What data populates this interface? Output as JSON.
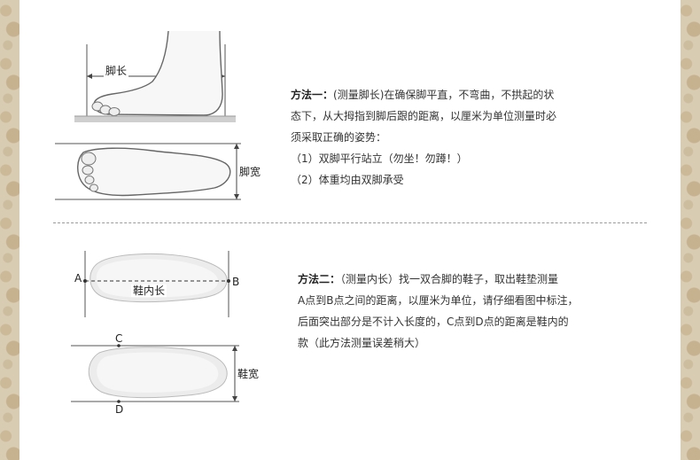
{
  "section1": {
    "label_length": "脚长",
    "label_width": "脚宽",
    "heading": "方法一：",
    "lines": [
      "(测量脚长)在确保脚平直，不弯曲，不拱起的状",
      "态下，从大拇指到脚后跟的距离，以厘米为单位测量时必",
      "须采取正确的姿势：",
      "（1）双脚平行站立（勿坐！勿蹲！）",
      "（2）体重均由双脚承受"
    ]
  },
  "section2": {
    "label_length": "鞋内长",
    "label_width": "鞋宽",
    "point_a": "A",
    "point_b": "B",
    "point_c": "C",
    "point_d": "D",
    "heading": "方法二：",
    "lines": [
      "（测量内长）找一双合脚的鞋子，取出鞋垫测量",
      "A点到B点之间的距离，以厘米为单位，请仔细看图中标注，",
      "后面突出部分是不计入长度的，C点到D点的距离是鞋内的",
      "款（此方法测量误差稍大）"
    ]
  }
}
